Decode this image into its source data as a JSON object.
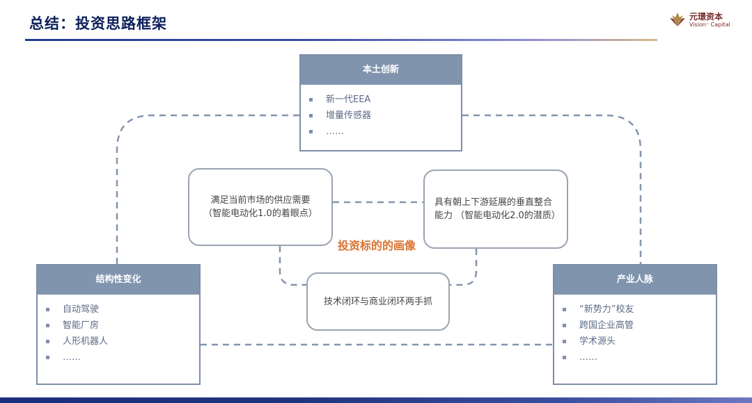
{
  "header": {
    "title": "总结：投资思路框架"
  },
  "logo": {
    "name_cn": "元璟资本",
    "name_en": "Vision⁺ Capital"
  },
  "colors": {
    "title": "#0b1f5a",
    "box_header": "#8094ad",
    "box_border": "#7d8ea9",
    "dashed_line": "#8394ad",
    "center_label": "#d9722f"
  },
  "boxes": {
    "top": {
      "title": "本土创新",
      "items": [
        "新一代EEA",
        "增量传感器",
        "……"
      ]
    },
    "left": {
      "title": "结构性变化",
      "items": [
        "自动驾驶",
        "智能厂房",
        "人形机器人",
        "……"
      ]
    },
    "right": {
      "title": "产业人脉",
      "items": [
        "“新势力”校友",
        "跨国企业高管",
        "学术源头",
        "……"
      ]
    }
  },
  "portrait": {
    "label": "投资标的的画像",
    "left_text": "满足当前市场的供应需要（智能电动化1.0的着眼点）",
    "right_text": "具有朝上下游延展的垂直整合能力 （智能电动化2.0的潜质）",
    "bottom_text": "技术闭环与商业闭环两手抓"
  }
}
